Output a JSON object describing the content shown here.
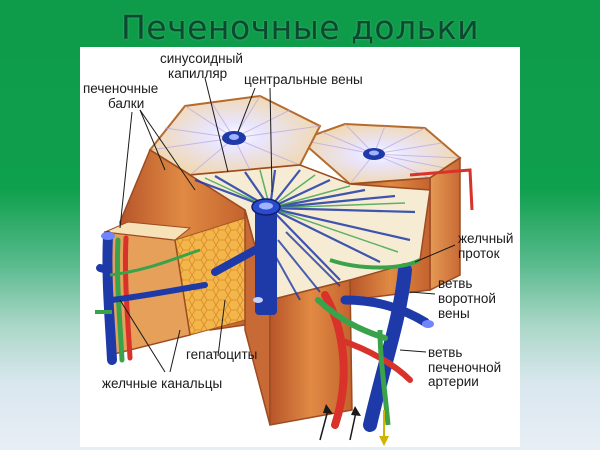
{
  "slide": {
    "title": "Печеночные дольки"
  },
  "labels": {
    "sinusoid_1": "синусоидный",
    "sinusoid_2": "капилляр",
    "central_veins": "центральные вены",
    "beams_1": "печеночные",
    "beams_2": "балки",
    "bile_duct_1": "желчный",
    "bile_duct_2": "проток",
    "portal_1": "ветвь",
    "portal_2": "воротной",
    "portal_3": "вены",
    "hepatocytes": "гепатоциты",
    "artery_1": "ветвь",
    "artery_2": "печеночной",
    "artery_3": "артерии",
    "canaliculi": "желчные канальцы"
  },
  "colors": {
    "vein_blue": "#1e3aa8",
    "artery_red": "#d8322a",
    "bile_green": "#3aa24a",
    "lobule_top": "#f1d6a2",
    "lobule_side": "#d87a3a"
  }
}
